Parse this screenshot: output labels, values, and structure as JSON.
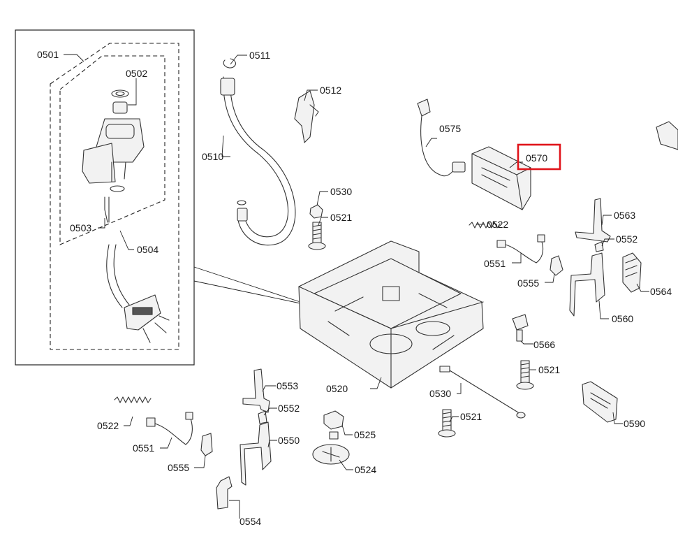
{
  "labels": {
    "l0501": "0501",
    "l0502": "0502",
    "l0503": "0503",
    "l0504": "0504",
    "l0511": "0511",
    "l0510": "0510",
    "l0512": "0512",
    "l0530a": "0530",
    "l0521a": "0521",
    "l0575": "0575",
    "l0570": "0570",
    "l0522a": "0522",
    "l0551a": "0551",
    "l0555a": "0555",
    "l0563": "0563",
    "l0552a": "0552",
    "l0564": "0564",
    "l0560": "0560",
    "l0566": "0566",
    "l0521b": "0521",
    "l0520": "0520",
    "l0553": "0553",
    "l0552b": "0552",
    "l0550": "0550",
    "l0522b": "0522",
    "l0551b": "0551",
    "l0555b": "0555",
    "l0554": "0554",
    "l0525": "0525",
    "l0524": "0524",
    "l0530b": "0530",
    "l0521c": "0521",
    "l0590": "0590"
  },
  "highlight": {
    "label": "0570",
    "color": "#e0141a"
  }
}
